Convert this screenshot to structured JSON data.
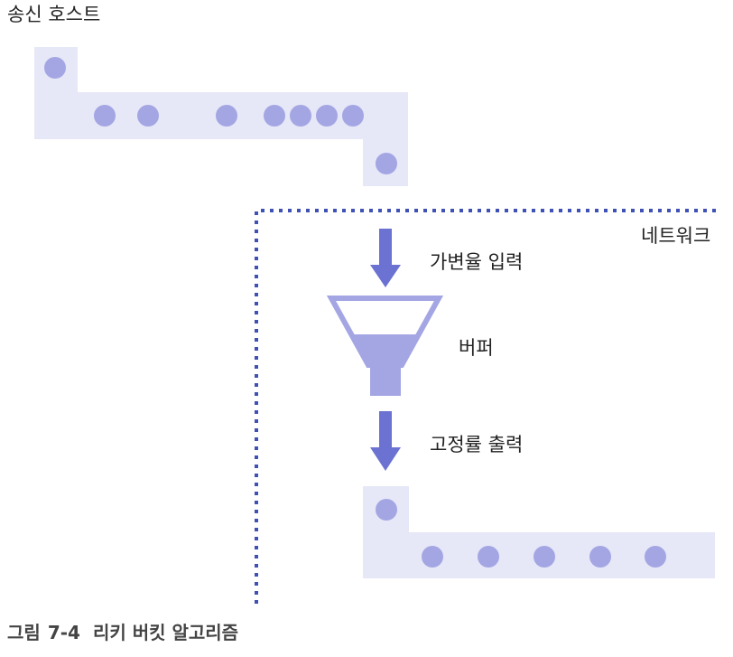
{
  "labels": {
    "sender_host": "송신 호스트",
    "network": "네트워크",
    "variable_input": "가변율 입력",
    "buffer": "버퍼",
    "fixed_output": "고정률 출력"
  },
  "caption": {
    "prefix": "그림",
    "number": "7-4",
    "title": "리키 버킷 알고리즘"
  },
  "colors": {
    "pipe_fill": "#e6e7f7",
    "packet_fill": "#a3a6e3",
    "arrow_fill": "#6b72d2",
    "funnel_fill": "#a3a6e3",
    "network_border": "#3f51b5"
  },
  "counts": {
    "sender_packets": 9,
    "output_packets": 6
  }
}
